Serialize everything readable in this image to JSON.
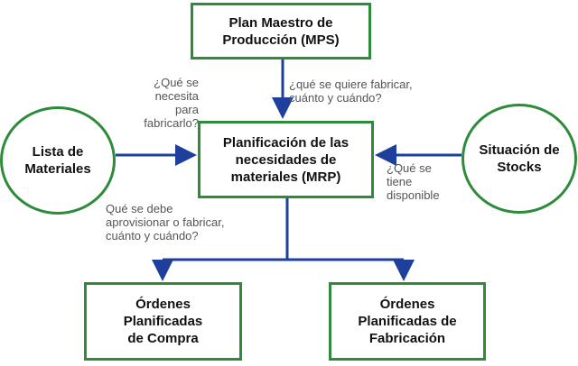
{
  "diagram": {
    "nodes": {
      "mps": "Plan Maestro de\nProducción (MPS)",
      "mrp": "Planificación de las\nnecesidades de\nmateriales (MRP)",
      "lista_materiales": "Lista de\nMateriales",
      "situacion_stocks": "Situación de\nStocks",
      "ordenes_compra": "Órdenes\nPlanificadas\nde Compra",
      "ordenes_fabricacion": "Órdenes\nPlanificadas de\nFabricación"
    },
    "labels": {
      "necesita": "¿Qué se\nnecesita\npara\nfabricarlo?",
      "quiere": "¿qué se quiere fabricar,\ncuánto y cuándo?",
      "tiene": "¿Qué se\ntiene\ndisponible",
      "aprovisionar": "Qué se debe\naprovisionar o fabricar,\ncuánto y cuándo?"
    },
    "colors": {
      "box_border": "#2e8b3a",
      "arrow": "#1f3f9c",
      "label_text": "#555555",
      "node_text": "#111111"
    }
  }
}
